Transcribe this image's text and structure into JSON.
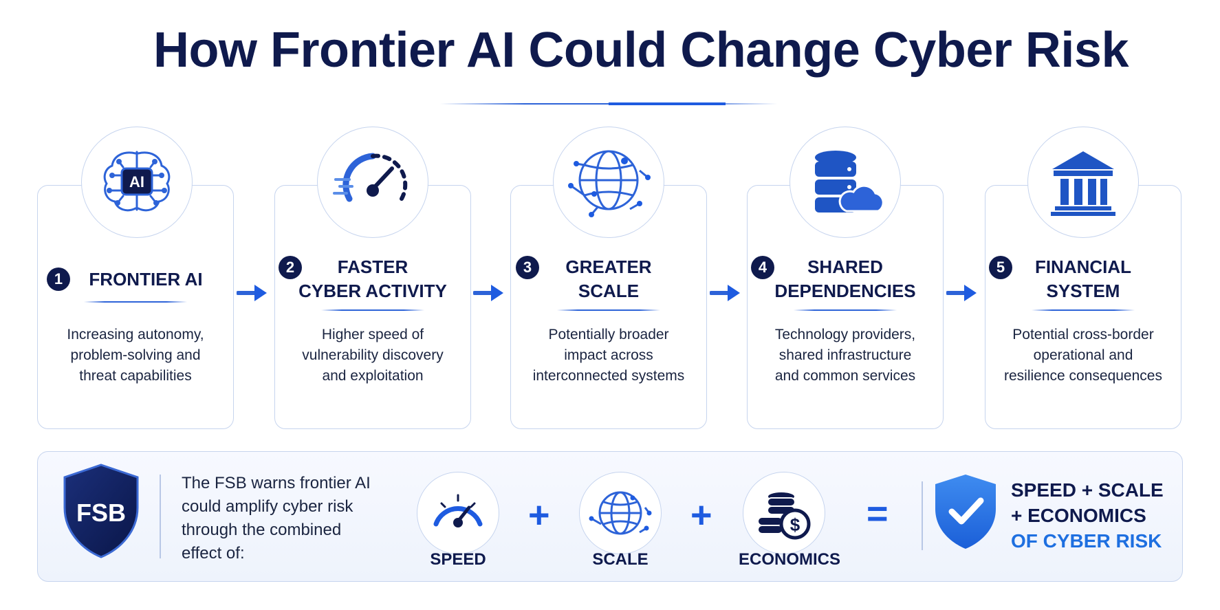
{
  "title": "How Frontier AI Could Change Cyber Risk",
  "steps": [
    {
      "number": "1",
      "title_lines": [
        "FRONTIER AI"
      ],
      "description": [
        "Increasing autonomy,",
        "problem-solving and",
        "threat capabilities"
      ],
      "icon": "ai-brain-icon",
      "icon_text": "AI"
    },
    {
      "number": "2",
      "title_lines": [
        "FASTER",
        "CYBER ACTIVITY"
      ],
      "description": [
        "Higher speed of",
        "vulnerability discovery",
        "and exploitation"
      ],
      "icon": "speedometer-icon"
    },
    {
      "number": "3",
      "title_lines": [
        "GREATER",
        "SCALE"
      ],
      "description": [
        "Potentially broader",
        "impact across",
        "interconnected systems"
      ],
      "icon": "network-globe-icon"
    },
    {
      "number": "4",
      "title_lines": [
        "SHARED",
        "DEPENDENCIES"
      ],
      "description": [
        "Technology providers,",
        "shared infrastructure",
        "and common services"
      ],
      "icon": "database-cloud-icon"
    },
    {
      "number": "5",
      "title_lines": [
        "FINANCIAL",
        "SYSTEM"
      ],
      "description": [
        "Potential cross-border",
        "operational and",
        "resilience consequences"
      ],
      "icon": "bank-building-icon"
    }
  ],
  "bottom": {
    "shield_text": "FSB",
    "intro_lines": [
      "The FSB warns frontier AI",
      "could amplify cyber risk",
      "through the combined",
      "effect of:"
    ],
    "factors": [
      {
        "label": "SPEED",
        "icon": "speedometer-icon"
      },
      {
        "label": "SCALE",
        "icon": "network-globe-icon"
      },
      {
        "label": "ECONOMICS",
        "icon": "coins-dollar-icon"
      }
    ],
    "plus": "+",
    "equals": "=",
    "result_lines": [
      "SPEED + SCALE",
      "+ ECONOMICS"
    ],
    "result_accent": "OF CYBER RISK"
  },
  "colors": {
    "navy": "#0f1a4d",
    "blue": "#1e5be0",
    "border": "#c6d4ee"
  }
}
